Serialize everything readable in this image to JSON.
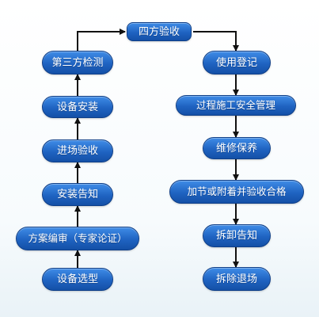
{
  "nodes": {
    "top": "四方验收",
    "left": [
      "第三方检测",
      "设备安装",
      "进场验收",
      "安装告知",
      "方案编审（专家论证）",
      "设备选型"
    ],
    "right": [
      "使用登记",
      "过程施工安全管理",
      "维修保养",
      "加节或附着并验收合格",
      "拆卸告知",
      "拆除退场"
    ]
  },
  "colors": {
    "node_fill_top": "#3f8ce7",
    "node_fill_bottom": "#1450a7",
    "node_border": "#0f3f88",
    "arrow": "#111111",
    "text": "#ffffff",
    "background": "#ffffff"
  }
}
